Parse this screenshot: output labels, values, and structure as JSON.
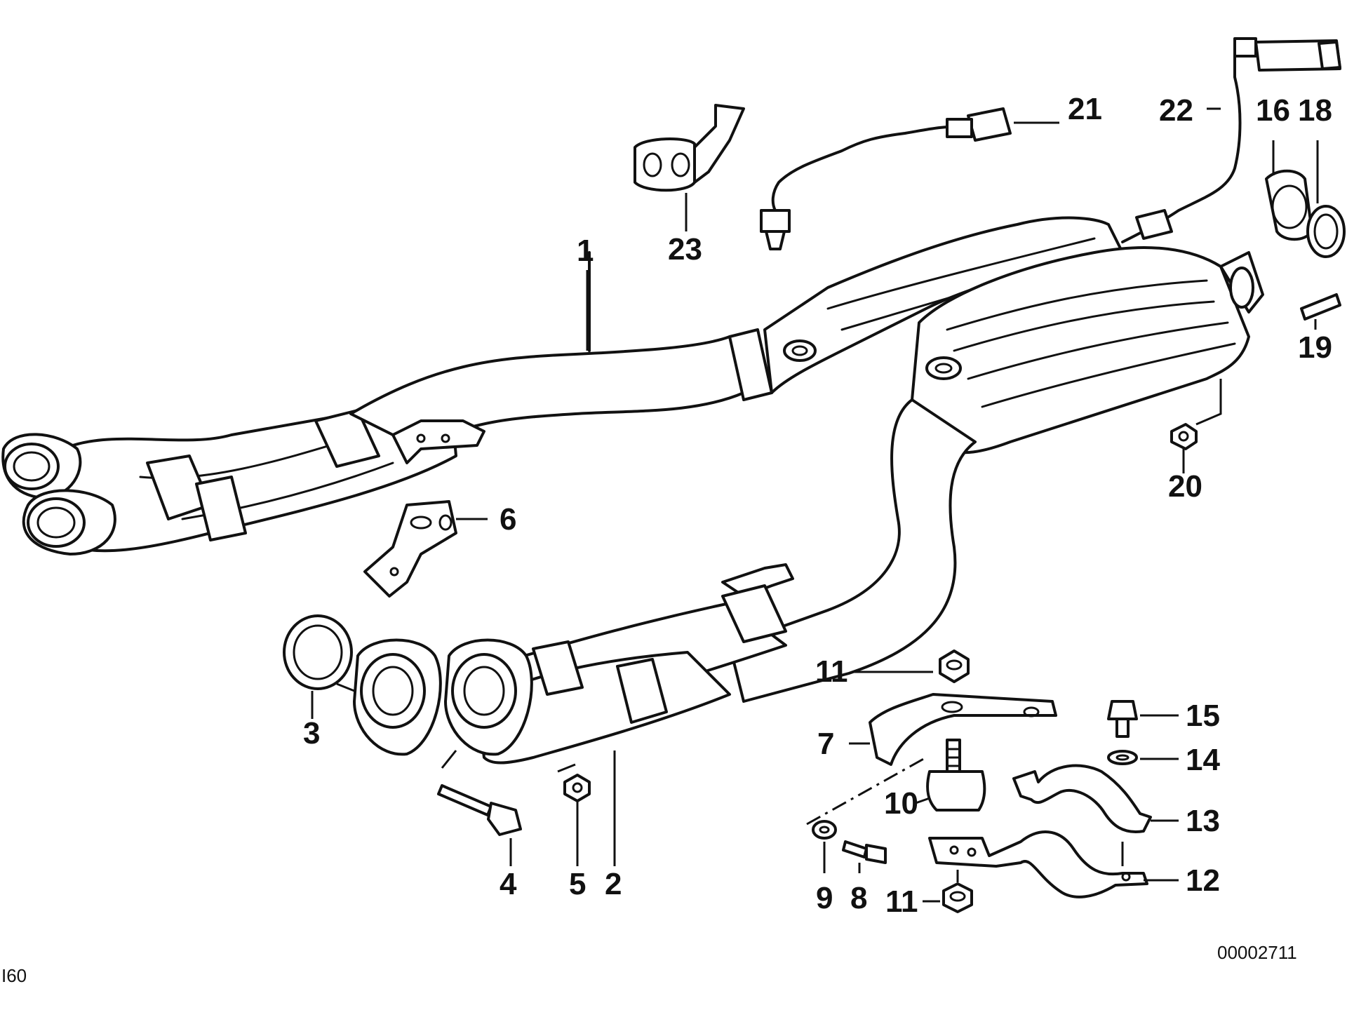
{
  "diagram": {
    "callouts": [
      {
        "id": "c1",
        "text": "1"
      },
      {
        "id": "c2",
        "text": "2"
      },
      {
        "id": "c3",
        "text": "3"
      },
      {
        "id": "c4",
        "text": "4"
      },
      {
        "id": "c5",
        "text": "5"
      },
      {
        "id": "c6",
        "text": "6"
      },
      {
        "id": "c7",
        "text": "7"
      },
      {
        "id": "c8",
        "text": "8"
      },
      {
        "id": "c9",
        "text": "9"
      },
      {
        "id": "c10",
        "text": "10"
      },
      {
        "id": "c11a",
        "text": "11"
      },
      {
        "id": "c11b",
        "text": "11"
      },
      {
        "id": "c12",
        "text": "12"
      },
      {
        "id": "c13",
        "text": "13"
      },
      {
        "id": "c14",
        "text": "14"
      },
      {
        "id": "c15",
        "text": "15"
      },
      {
        "id": "c16",
        "text": "16"
      },
      {
        "id": "c18",
        "text": "18"
      },
      {
        "id": "c19",
        "text": "19"
      },
      {
        "id": "c20",
        "text": "20"
      },
      {
        "id": "c21",
        "text": "21"
      },
      {
        "id": "c22",
        "text": "22"
      },
      {
        "id": "c23",
        "text": "23"
      }
    ],
    "diagram_number": "00002711",
    "corner_label": "I60"
  }
}
